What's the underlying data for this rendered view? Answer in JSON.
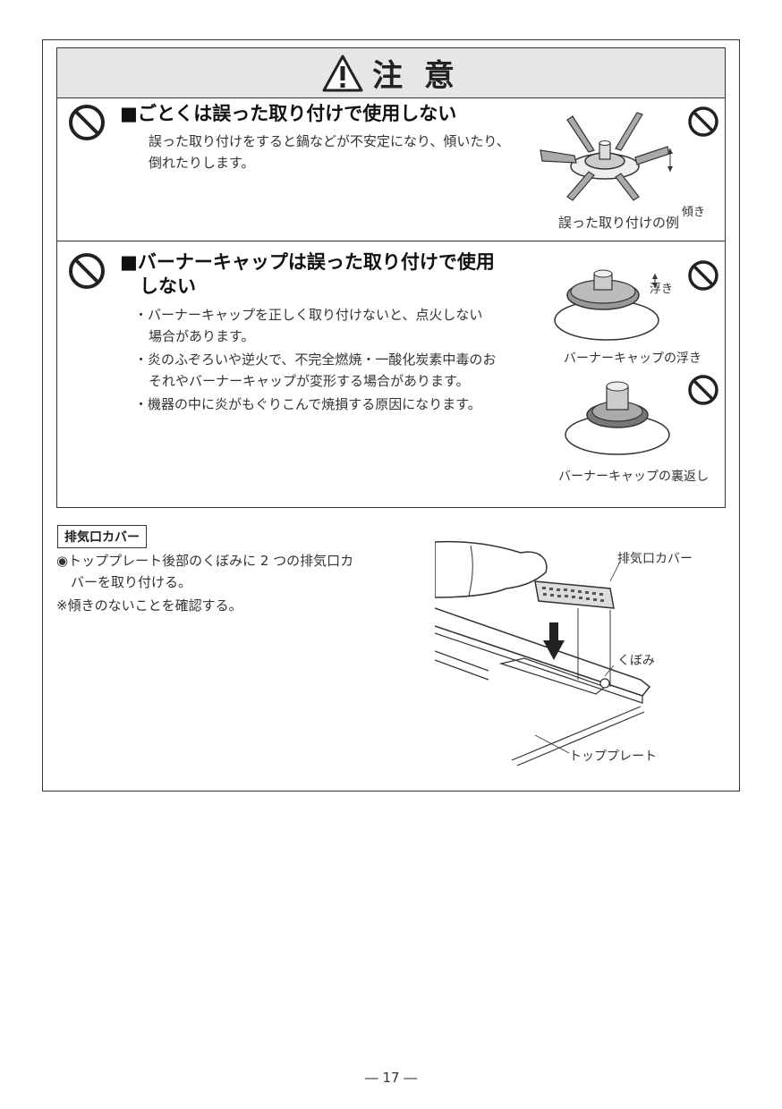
{
  "caution": {
    "title": "注 意",
    "section1": {
      "heading": "■ごとくは誤った取り付けで使用しない",
      "body_lines": [
        "誤った取り付けをすると鍋などが不安定になり、傾いたり、",
        "倒れたりします。"
      ],
      "figure_label_tilt": "傾き",
      "figure_caption": "誤った取り付けの例"
    },
    "section2": {
      "heading_lines": [
        "■バーナーキャップは誤った取り付けで使用",
        "しない"
      ],
      "bullets": [
        [
          "・バーナーキャップを正しく取り付けないと、点火しない",
          "場合があります。"
        ],
        [
          "・炎のふぞろいや逆火で、不完全燃焼・一酸化炭素中毒のお",
          "それやバーナーキャップが変形する場合があります。"
        ],
        [
          "・機器の中に炎がもぐりこんで焼損する原因になります。"
        ]
      ],
      "figure1_label": "浮き",
      "figure1_caption": "バーナーキャップの浮き",
      "figure2_caption": "バーナーキャップの裏返し"
    }
  },
  "exhaust": {
    "box_label": "排気口カバー",
    "lines": [
      "◉トッププレート後部のくぼみに 2 つの排気口カ",
      "バーを取り付ける。",
      "※傾きのないことを確認する。"
    ],
    "fig_label_cover": "排気口カバー",
    "fig_label_recess": "くぼみ",
    "fig_label_plate": "トッププレート"
  },
  "page_number": "― 17 ―"
}
